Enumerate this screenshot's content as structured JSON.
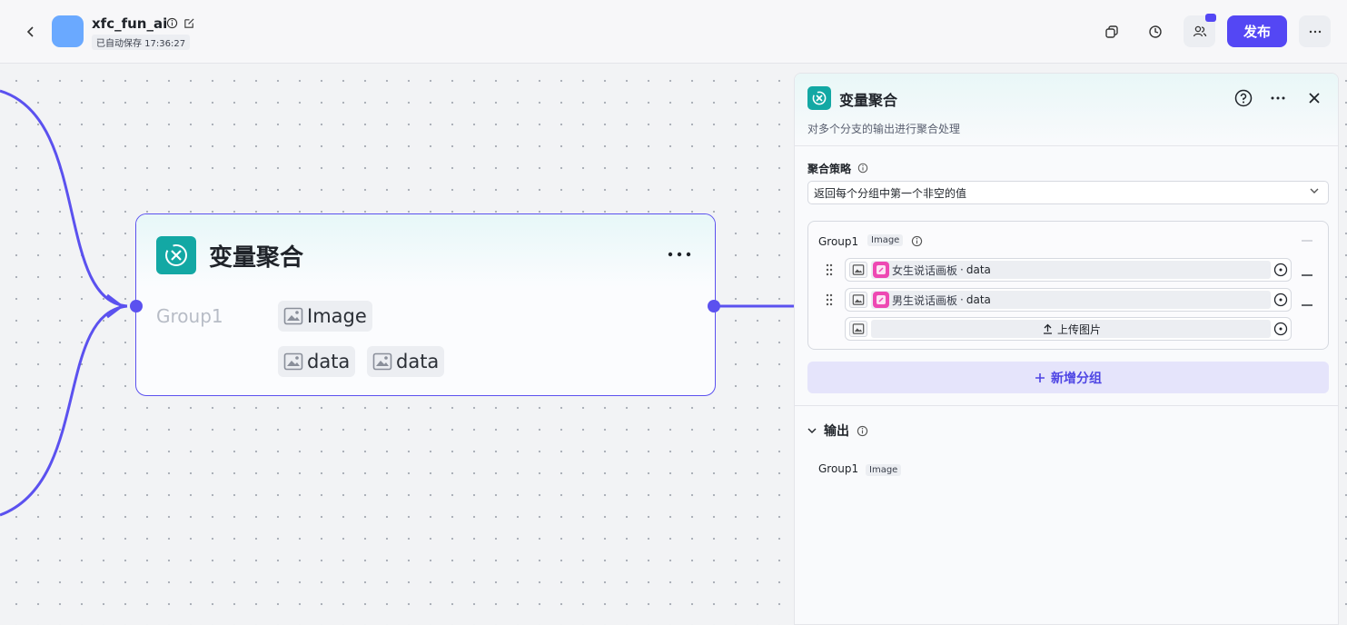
{
  "header": {
    "app_name": "xfc_fun_ai",
    "autosave": "已自动保存 17:36:27",
    "publish_label": "发布"
  },
  "node": {
    "title": "变量聚合",
    "group_label": "Group1",
    "chips": [
      "Image",
      "data",
      "data"
    ]
  },
  "panel": {
    "title": "变量聚合",
    "description": "对多个分支的输出进行聚合处理",
    "strategy_label": "聚合策略",
    "strategy_value": "返回每个分组中第一个非空的值",
    "group": {
      "name": "Group1",
      "type": "Image",
      "vars": [
        {
          "source": "女生说话画板",
          "field": "data"
        },
        {
          "source": "男生说话画板",
          "field": "data"
        }
      ],
      "upload_label": "上传图片"
    },
    "add_group_label": "新增分组",
    "output": {
      "label": "输出",
      "group_name": "Group1",
      "group_type": "Image"
    }
  },
  "colors": {
    "accent": "#5447f4",
    "edge": "#5b51ef",
    "node_icon": "#13a8a4",
    "source_icon": "#ee49b3"
  }
}
